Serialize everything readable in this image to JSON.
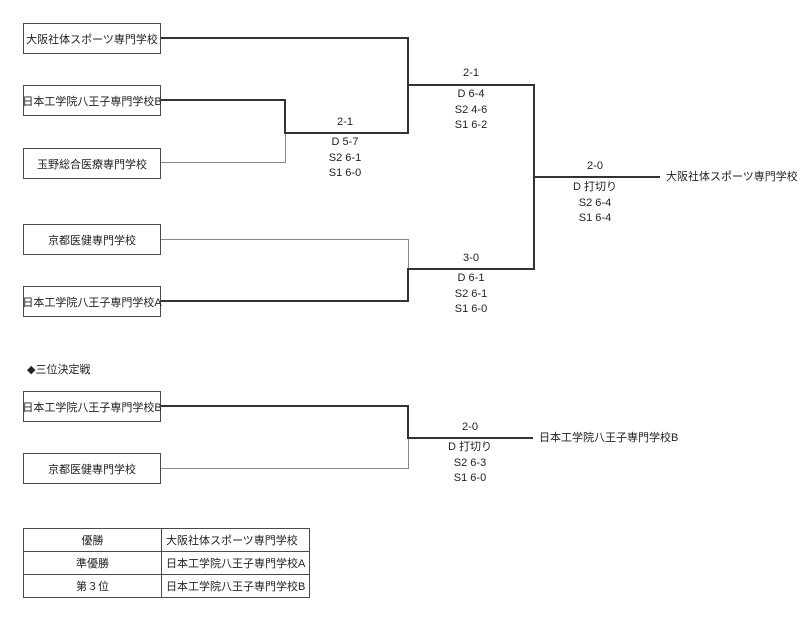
{
  "main": {
    "teams": {
      "t1": "大阪社体スポーツ専門学校",
      "t2": "日本工学院八王子専門学校B",
      "t3": "玉野総合医療専門学校",
      "t4": "京都医健専門学校",
      "t5": "日本工学院八王子専門学校A"
    },
    "matches": {
      "r1": {
        "score": "2-1",
        "d": "D 5-7",
        "s2": "S2 6-1",
        "s1": "S1 6-0"
      },
      "sf1": {
        "score": "2-1",
        "d": "D 6-4",
        "s2": "S2 4-6",
        "s1": "S1 6-2"
      },
      "sf2": {
        "score": "3-0",
        "d": "D 6-1",
        "s2": "S2 6-1",
        "s1": "S1 6-0"
      },
      "final": {
        "score": "2-0",
        "d": "D 打切り",
        "s2": "S2 6-4",
        "s1": "S1 6-4"
      }
    },
    "champion": "大阪社体スポーツ専門学校"
  },
  "third": {
    "heading": "◆三位決定戦",
    "teams": {
      "t1": "日本工学院八王子専門学校B",
      "t2": "京都医健専門学校"
    },
    "match": {
      "score": "2-0",
      "d": "D 打切り",
      "s2": "S2 6-3",
      "s1": "S1 6-0"
    },
    "winner": "日本工学院八王子専門学校B"
  },
  "standings": {
    "rows": [
      {
        "rank": "優勝",
        "team": "大阪社体スポーツ専門学校"
      },
      {
        "rank": "準優勝",
        "team": "日本工学院八王子専門学校A"
      },
      {
        "rank": "第３位",
        "team": "日本工学院八王子専門学校B"
      }
    ]
  },
  "colors": {
    "winner_line": "#333333",
    "loser_line": "#888888"
  }
}
